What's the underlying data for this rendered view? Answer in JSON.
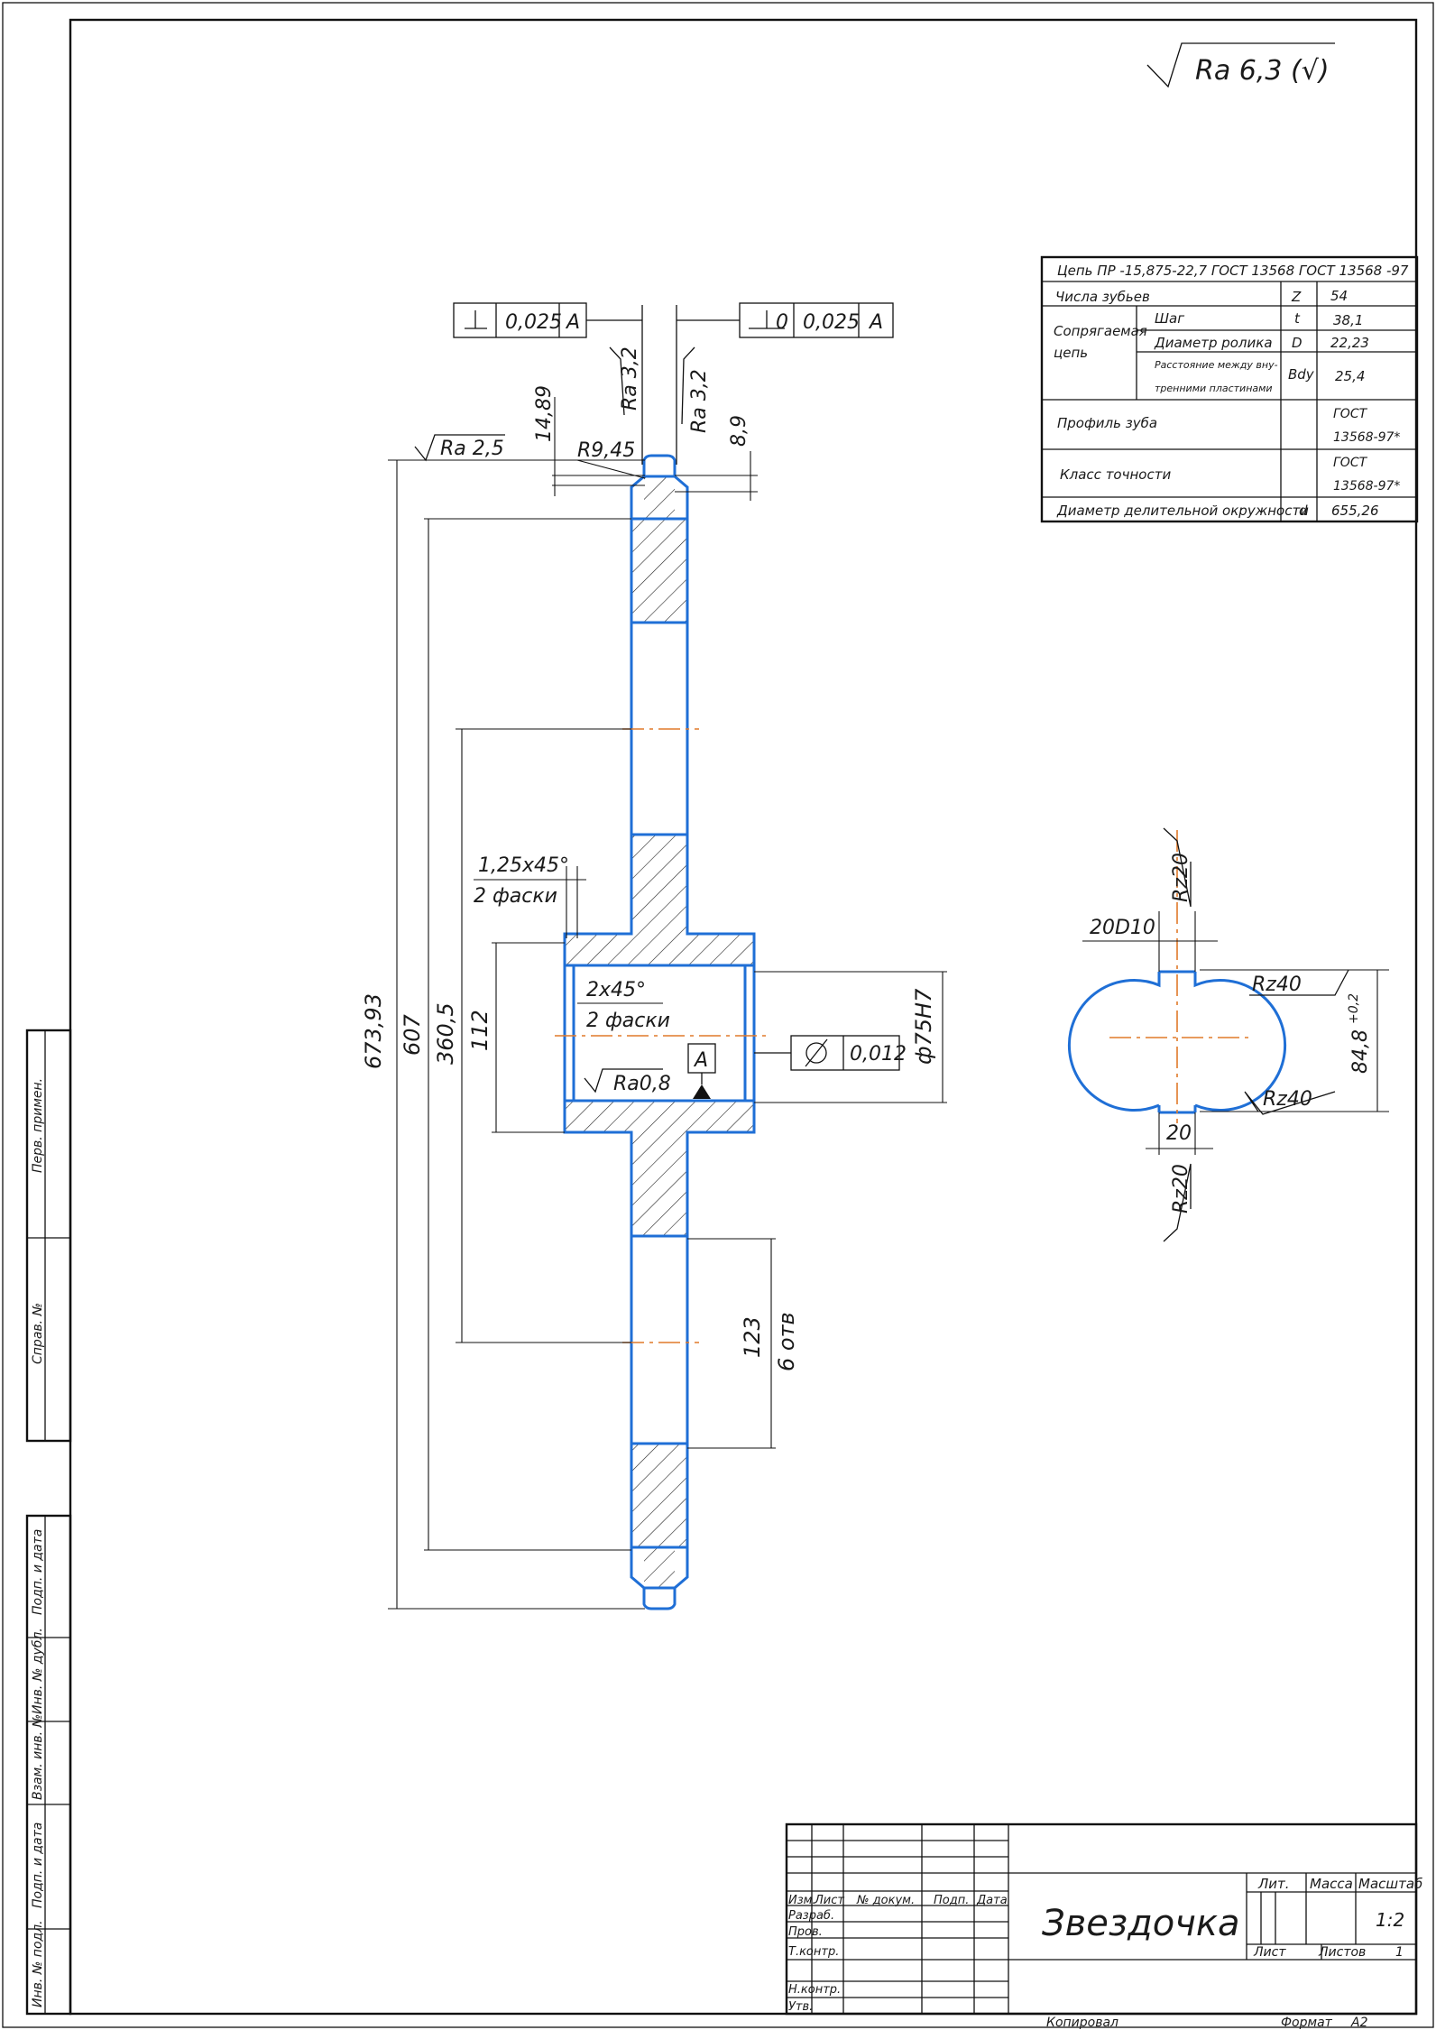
{
  "surface_roughness_default": "Ra 6,3 (√)",
  "parameters_table": {
    "chain": "Цепь ПР -15,875-22,7 ГОСТ 13568 ГОСТ 13568 -97",
    "rows": {
      "teeth_label": "Числа зубьев",
      "teeth_sym": "Z",
      "teeth_val": "54",
      "mating_label": "Сопрягаемая цепь",
      "pitch_label": "Шаг",
      "pitch_sym": "t",
      "pitch_val": "38,1",
      "roller_label": "Диаметр ролика",
      "roller_sym": "D",
      "roller_val": "22,23",
      "inner_label_1": "Расстояние между вну-",
      "inner_label_2": "тренними пластинами",
      "inner_sym": "Bdy",
      "inner_val": "25,4",
      "profile_label": "Профиль зуба",
      "profile_val_1": "ГОСТ",
      "profile_val_2": "13568-97*",
      "accuracy_label": "Класс точности",
      "accuracy_val_1": "ГОСТ",
      "accuracy_val_2": "13568-97*",
      "pitch_diam_label": "Диаметр делительной окружности",
      "pitch_diam_sym": "d",
      "pitch_diam_val": "655,26"
    }
  },
  "tolerances": {
    "perp_value": "0,025",
    "perp_datum": "A",
    "circ_value": "0,025",
    "circ_datum": "A",
    "cyl_value": "0,012",
    "datum": "A"
  },
  "dimensions": {
    "d_673": "673,93",
    "d_607": "607",
    "d_360": "360,5",
    "d_112": "112",
    "d_1489": "14,89",
    "d_89": "8,9",
    "r_945": "R9,45",
    "ra_32_left": "Ra 3,2",
    "ra_32_right": "Ra 3,2",
    "ra_25": "Ra 2,5",
    "ra_08": "Ra0,8",
    "chamfer1_a": "1,25x45°",
    "chamfer1_b": "2 фаски",
    "chamfer2_a": "2x45°",
    "chamfer2_b": "2 фаски",
    "bore": "ф75H7",
    "holes_a": "123",
    "holes_b": "6 отв"
  },
  "section": {
    "rz20_top": "Rz20",
    "rz20_bottom": "Rz20",
    "rz40_top": "Rz40",
    "rz40_bottom": "Rz40",
    "width_tol": "20D10",
    "width": "20",
    "depth": "84,8",
    "depth_tol": "+0,2"
  },
  "side_stamp": [
    "Перв. примен.",
    "Справ. №",
    "Подп. и дата",
    "Инв. № дубл.",
    "Взам. инв. №",
    "Подп. и дата",
    "Инв. № подл."
  ],
  "title_block": {
    "title": "Звездочка",
    "cols": [
      "Изм.",
      "Лист",
      "№ докум.",
      "Подп.",
      "Дата"
    ],
    "roles": [
      "Разраб.",
      "Пров.",
      "Т.контр.",
      "Н.контр.",
      "Утв."
    ],
    "lit": "Лит.",
    "mass": "Масса",
    "scale_label": "Масштаб",
    "scale": "1:2",
    "sheet": "Лист",
    "sheets": "Листов",
    "sheets_val": "1"
  },
  "footer": {
    "copied": "Копировал",
    "format_label": "Формат",
    "format": "A2"
  }
}
